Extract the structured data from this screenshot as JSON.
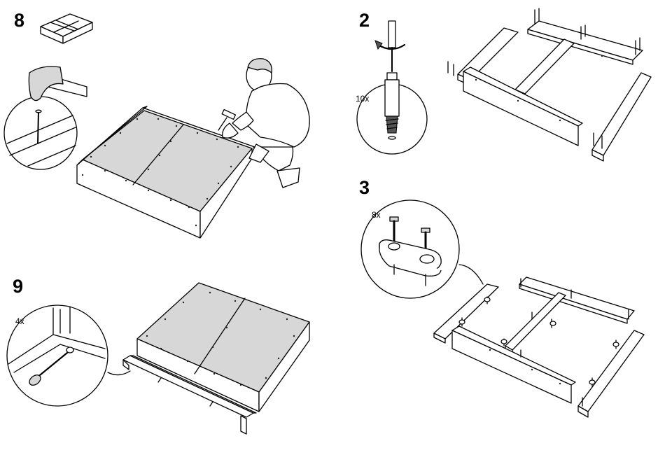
{
  "steps": {
    "s8": {
      "number": "8"
    },
    "s9": {
      "number": "9",
      "quantity": "4x"
    },
    "s2": {
      "number": "2",
      "quantity": "10x"
    },
    "s3": {
      "number": "3",
      "quantity": "8x"
    }
  },
  "colors": {
    "line": "#000000",
    "panel_fill": "#d7d7d7",
    "background": "#ffffff"
  },
  "icons": [
    "hammer-icon",
    "nail-icon",
    "screwdriver-icon",
    "rotate-arrow-icon",
    "dowel-icon",
    "screw-icon",
    "cam-lock-icon",
    "person-icon"
  ]
}
